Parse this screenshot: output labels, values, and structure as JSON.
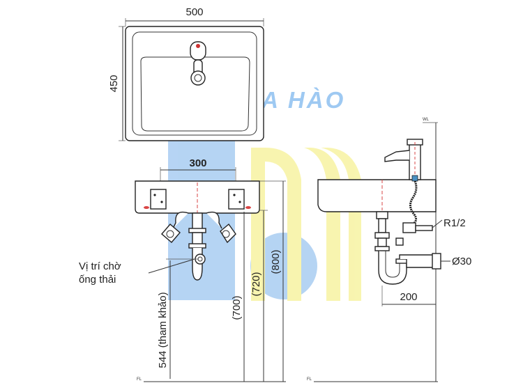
{
  "dimensions": {
    "top_width": "500",
    "top_depth": "450",
    "bracket_spacing": "300",
    "h_700": "(700)",
    "h_720": "(720)",
    "h_800": "(800)",
    "h_544": "544 (tham khảo)",
    "side_200": "200",
    "thread": "R1/2",
    "drain_dia": "Ø30"
  },
  "labels": {
    "waste_line1": "Vị trí chờ",
    "waste_line2": "ống thải",
    "fl_left": "FL",
    "fl_right": "FL",
    "wl": "WL"
  },
  "watermark": {
    "text": "LA HÀO",
    "blue": "#a9cdf2",
    "yellow": "#f7f3a2"
  }
}
